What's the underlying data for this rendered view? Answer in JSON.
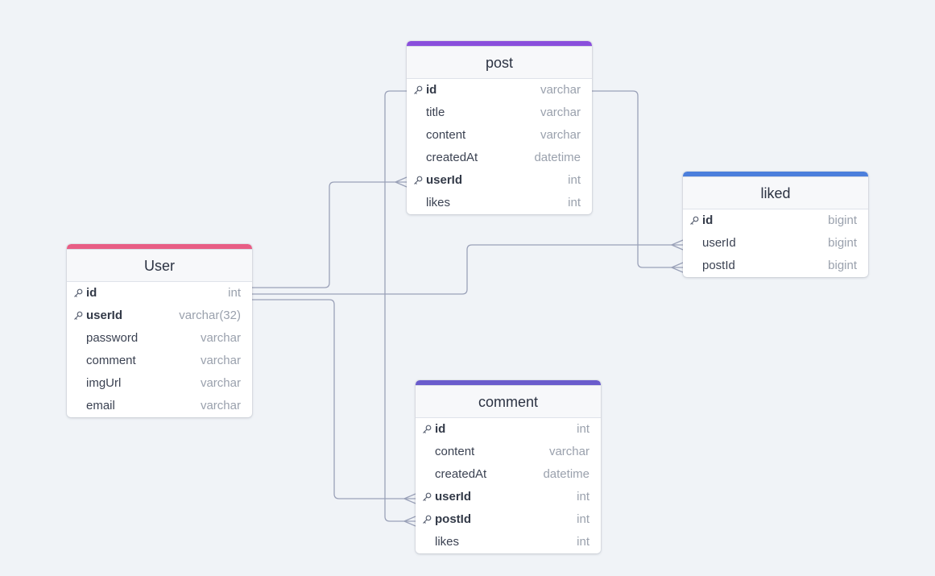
{
  "colors": {
    "user": "#e85d85",
    "post": "#8a4fdc",
    "liked": "#4c7fdc",
    "comment": "#6a5ccc",
    "edge": "#9aa1b8"
  },
  "icons": {
    "key": "key-icon"
  },
  "tables": [
    {
      "id": "post",
      "name": "post",
      "color": "#8a4fdc",
      "columns": [
        {
          "name": "id",
          "type": "varchar",
          "key": true
        },
        {
          "name": "title",
          "type": "varchar",
          "key": false
        },
        {
          "name": "content",
          "type": "varchar",
          "key": false
        },
        {
          "name": "createdAt",
          "type": "datetime",
          "key": false
        },
        {
          "name": "userId",
          "type": "int",
          "key": true
        },
        {
          "name": "likes",
          "type": "int",
          "key": false
        }
      ]
    },
    {
      "id": "liked",
      "name": "liked",
      "color": "#4c7fdc",
      "columns": [
        {
          "name": "id",
          "type": "bigint",
          "key": true
        },
        {
          "name": "userId",
          "type": "bigint",
          "key": false
        },
        {
          "name": "postId",
          "type": "bigint",
          "key": false
        }
      ]
    },
    {
      "id": "user",
      "name": "User",
      "color": "#e85d85",
      "columns": [
        {
          "name": "id",
          "type": "int",
          "key": true
        },
        {
          "name": "userId",
          "type": "varchar(32)",
          "key": true
        },
        {
          "name": "password",
          "type": "varchar",
          "key": false
        },
        {
          "name": "comment",
          "type": "varchar",
          "key": false
        },
        {
          "name": "imgUrl",
          "type": "varchar",
          "key": false
        },
        {
          "name": "email",
          "type": "varchar",
          "key": false
        }
      ]
    },
    {
      "id": "comment",
      "name": "comment",
      "color": "#6a5ccc",
      "columns": [
        {
          "name": "id",
          "type": "int",
          "key": true
        },
        {
          "name": "content",
          "type": "varchar",
          "key": false
        },
        {
          "name": "createdAt",
          "type": "datetime",
          "key": false
        },
        {
          "name": "userId",
          "type": "int",
          "key": true
        },
        {
          "name": "postId",
          "type": "int",
          "key": true
        },
        {
          "name": "likes",
          "type": "int",
          "key": false
        }
      ]
    }
  ],
  "relations": [
    {
      "from": "user.id",
      "to": "post.userId"
    },
    {
      "from": "user.id",
      "to": "liked.userId"
    },
    {
      "from": "user.id",
      "to": "comment.userId"
    },
    {
      "from": "post.id",
      "to": "comment.postId"
    },
    {
      "from": "post.id",
      "to": "liked.postId"
    }
  ]
}
